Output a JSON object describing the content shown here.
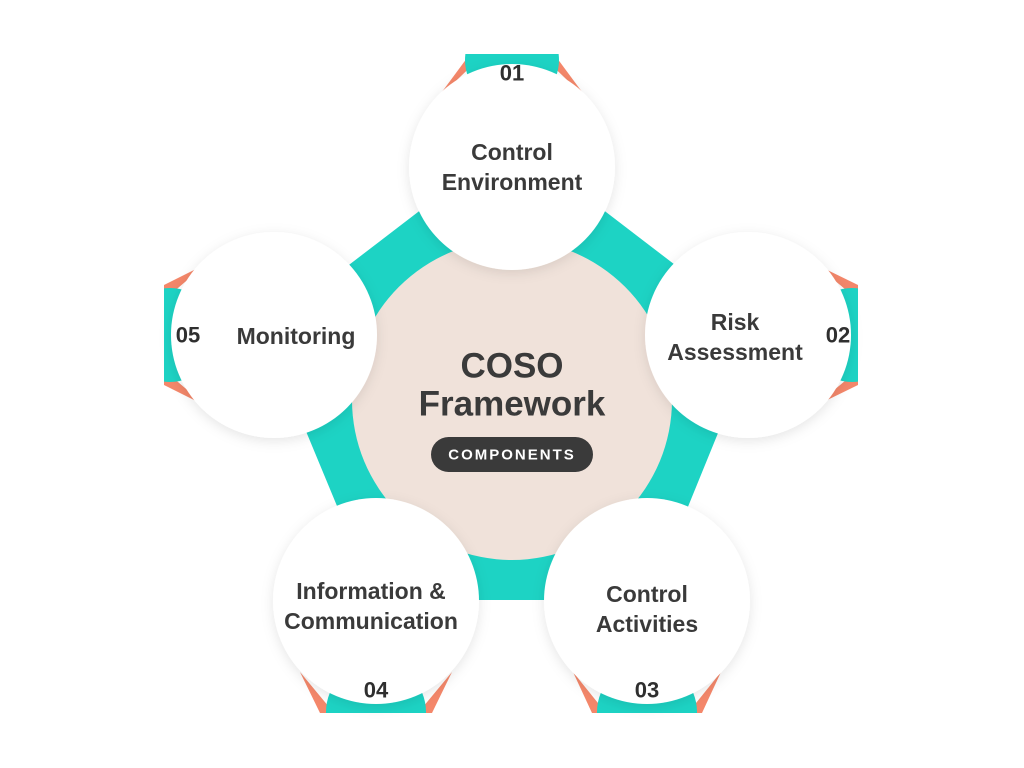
{
  "center": {
    "title_line1": "COSO",
    "title_line2": "Framework",
    "badge": "COMPONENTS"
  },
  "components": [
    {
      "number": "01",
      "line1": "Control",
      "line2": "Environment"
    },
    {
      "number": "02",
      "line1": "Risk",
      "line2": "Assessment"
    },
    {
      "number": "03",
      "line1": "Control",
      "line2": "Activities"
    },
    {
      "number": "04",
      "line1": "Information &",
      "line2": "Communication"
    },
    {
      "number": "05",
      "line1": "Monitoring",
      "line2": ""
    }
  ],
  "colors": {
    "teal": "#1dd3c4",
    "orange": "#f4876a",
    "center_fill": "#f0e2da",
    "badge_fill": "#3a3a3a",
    "text": "#3a3a3a",
    "circle_fill": "#ffffff"
  }
}
